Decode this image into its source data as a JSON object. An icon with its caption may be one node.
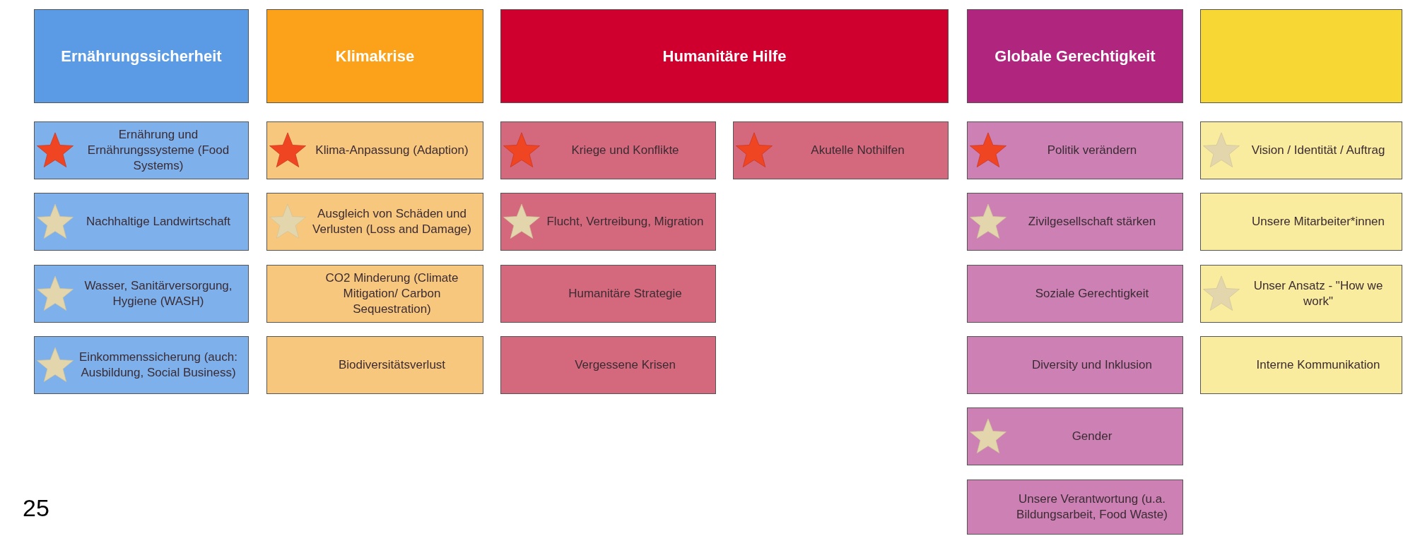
{
  "diagram": {
    "nodes": [
      {
        "text": [
          "Ernährungssicherheit"
        ]
      },
      {
        "text": [
          "Klimakrise"
        ]
      },
      {
        "text": [
          "Humanitäre Hilfe"
        ]
      },
      {
        "text": [
          "Globale Gerechtigkeit"
        ]
      },
      {
        "text": [],
        "shape": "box"
      },
      {
        "text": [
          "Ernährung und Ernährungssysteme (Food Systems)"
        ]
      },
      {
        "text": [
          "Klima-Anpassung (Adaption)"
        ]
      },
      {
        "text": [
          "Kriege und Konflikte"
        ]
      },
      {
        "text": [
          "Akutelle Nothilfen"
        ]
      },
      {
        "text": [
          "Politik verändern"
        ]
      },
      {
        "text": [
          "Vision / Identität / Auftrag"
        ]
      },
      {
        "text": [
          "Nachhaltige Landwirtschaft"
        ]
      },
      {
        "text": [
          "Ausgleich von Schäden und Verlusten (Loss and Damage)"
        ]
      },
      {
        "text": [
          "Flucht, Vertreibung, Migration"
        ]
      },
      {
        "text": [
          "Zivilgesellschaft stärken"
        ]
      },
      {
        "text": [
          "Unsere Mitarbeiter*innen"
        ]
      },
      {
        "text": [
          "Wasser, Sanitärversorgung, Hygiene (WASH)"
        ]
      },
      {
        "text": [
          "CO2 Minderung (Climate Mitigation/ Carbon Sequestration)"
        ]
      },
      {
        "text": [
          "Humanitäre Strategie"
        ]
      },
      {
        "text": [
          "Soziale Gerechtigkeit"
        ]
      },
      {
        "text": [
          "Unser Ansatz - \"How we work\""
        ]
      },
      {
        "text": [
          "Einkommenssicherung (auch: Ausbildung, Social Business)"
        ]
      },
      {
        "text": [
          "Biodiversitätsverlust"
        ]
      },
      {
        "text": [
          "Vergessene Krisen"
        ]
      },
      {
        "text": [
          "Diversity und Inklusion"
        ]
      },
      {
        "text": [
          "Interne Kommunikation"
        ]
      },
      {
        "text": [
          "Gender"
        ]
      },
      {
        "text": [
          "Unsere Verantwortung (u.a. Bildungsarbeit, Food Waste)"
        ]
      }
    ],
    "labels": [
      "25"
    ]
  }
}
